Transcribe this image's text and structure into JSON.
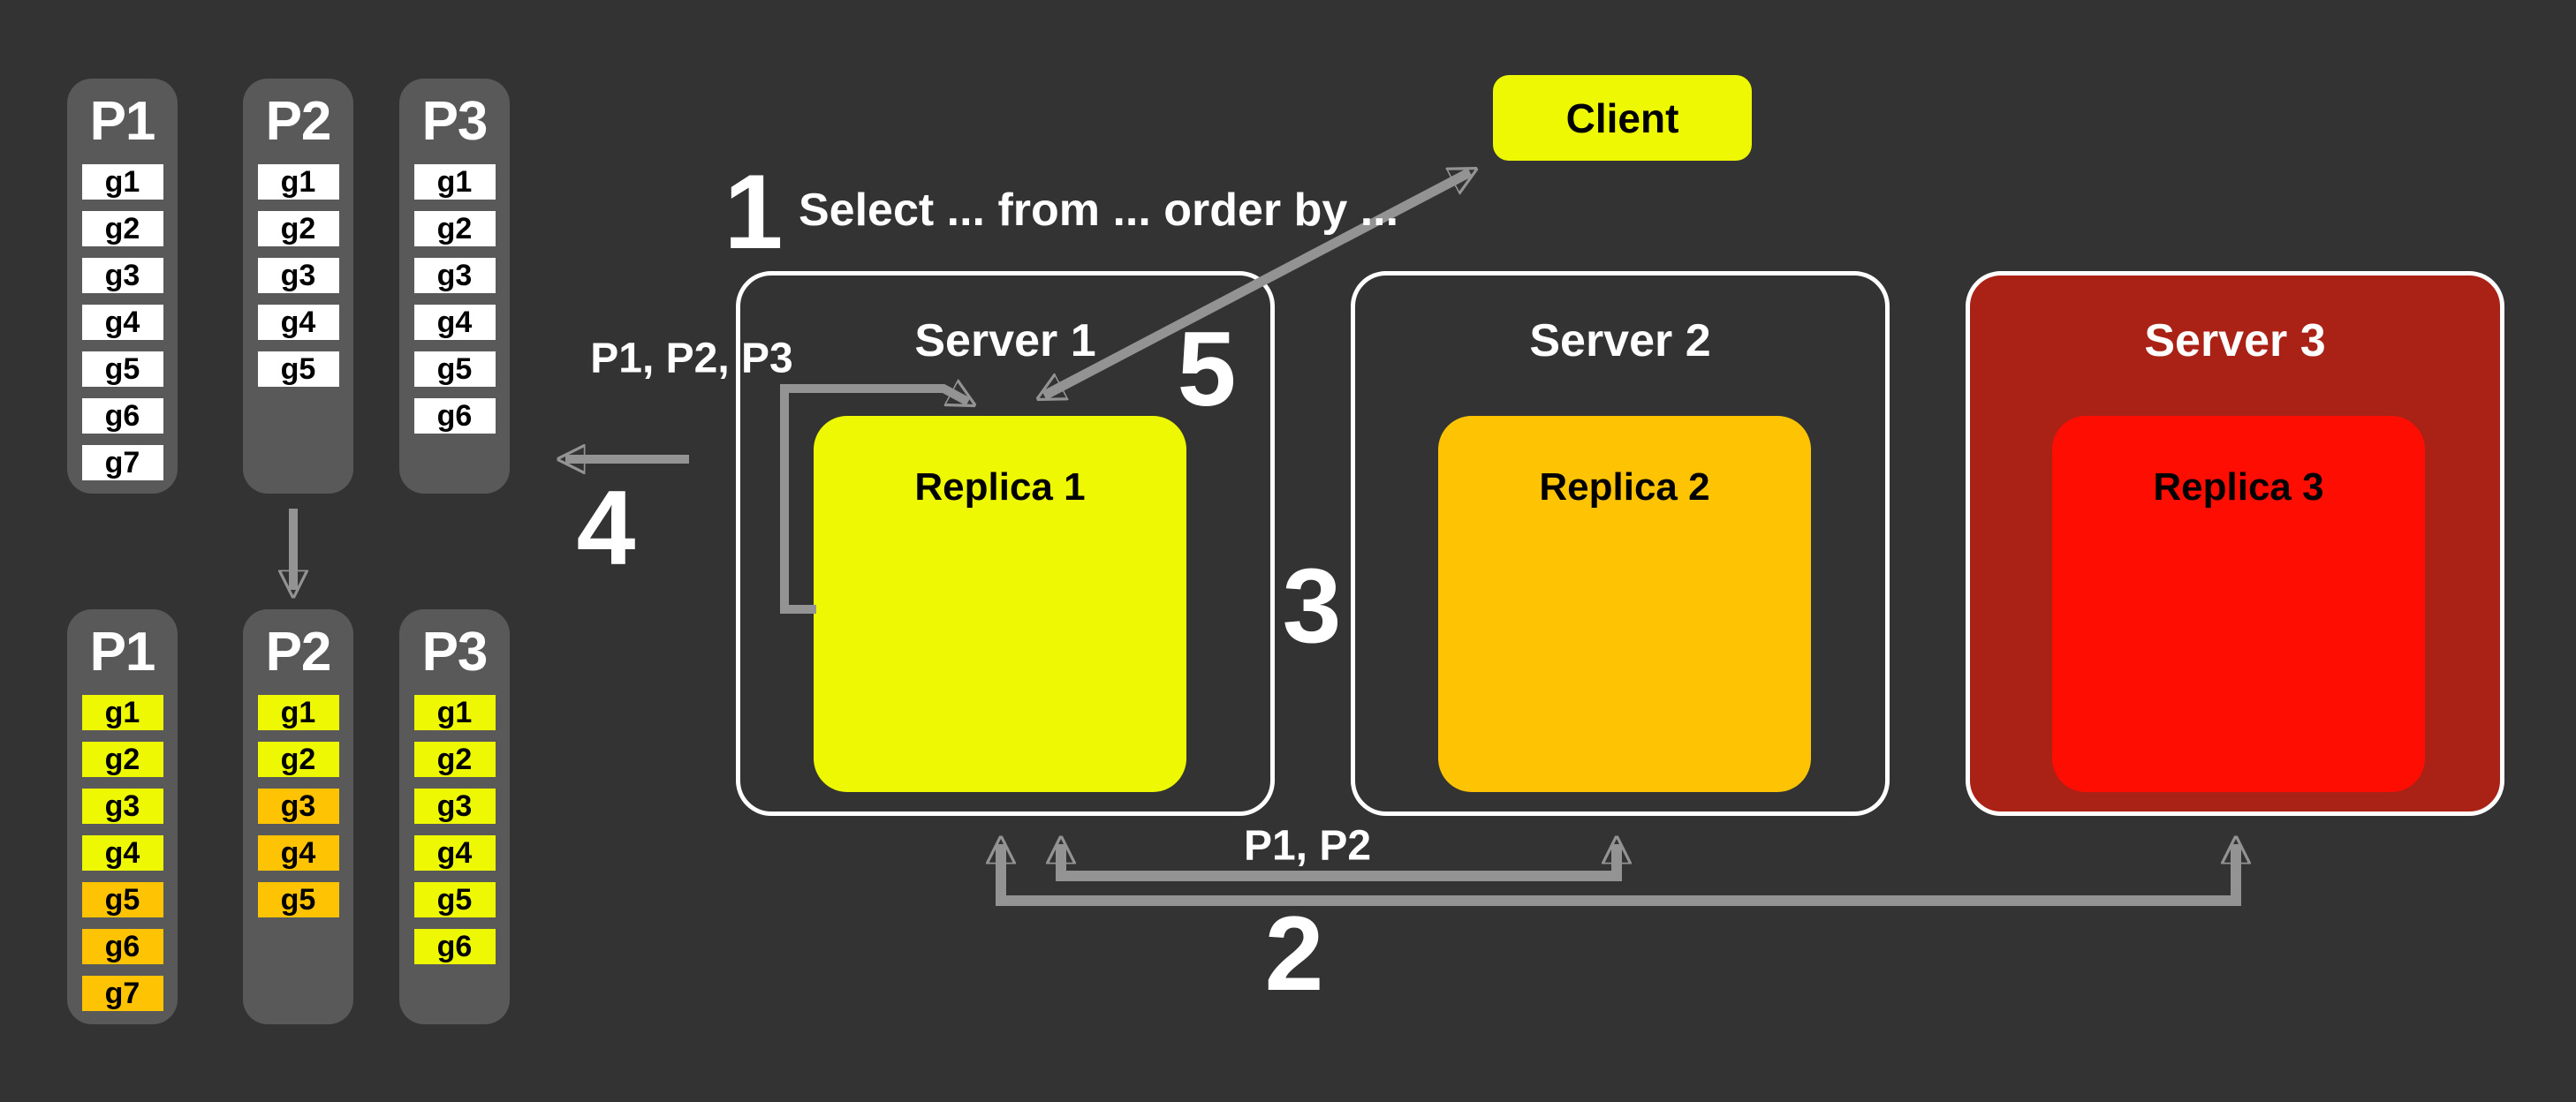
{
  "colors": {
    "background": "#333333",
    "partition_panel": "#595959",
    "cell_white": "#ffffff",
    "yellow": "#edf802",
    "orange": "#fec303",
    "server3_dark_red": "#aa2116",
    "replica3_bright_red": "#fe0e02",
    "arrow_gray": "#939393",
    "text_white": "#ffffff",
    "text_black": "#000000"
  },
  "client": {
    "label": "Client"
  },
  "steps": {
    "step1": {
      "number": "1",
      "query_text": "Select ... from ... order by ..."
    },
    "step2": {
      "number": "2",
      "label": "P1, P2"
    },
    "step3": {
      "number": "3"
    },
    "step4": {
      "number": "4"
    },
    "step5": {
      "number": "5"
    }
  },
  "labels": {
    "loop_partitions": "P1, P2, P3"
  },
  "partition_groups": {
    "top": {
      "columns": [
        {
          "title": "P1",
          "cells": [
            {
              "label": "g1",
              "color": "white"
            },
            {
              "label": "g2",
              "color": "white"
            },
            {
              "label": "g3",
              "color": "white"
            },
            {
              "label": "g4",
              "color": "white"
            },
            {
              "label": "g5",
              "color": "white"
            },
            {
              "label": "g6",
              "color": "white"
            },
            {
              "label": "g7",
              "color": "white"
            }
          ]
        },
        {
          "title": "P2",
          "cells": [
            {
              "label": "g1",
              "color": "white"
            },
            {
              "label": "g2",
              "color": "white"
            },
            {
              "label": "g3",
              "color": "white"
            },
            {
              "label": "g4",
              "color": "white"
            },
            {
              "label": "g5",
              "color": "white"
            }
          ]
        },
        {
          "title": "P3",
          "cells": [
            {
              "label": "g1",
              "color": "white"
            },
            {
              "label": "g2",
              "color": "white"
            },
            {
              "label": "g3",
              "color": "white"
            },
            {
              "label": "g4",
              "color": "white"
            },
            {
              "label": "g5",
              "color": "white"
            },
            {
              "label": "g6",
              "color": "white"
            }
          ]
        }
      ]
    },
    "bottom": {
      "columns": [
        {
          "title": "P1",
          "cells": [
            {
              "label": "g1",
              "color": "yellow"
            },
            {
              "label": "g2",
              "color": "yellow"
            },
            {
              "label": "g3",
              "color": "yellow"
            },
            {
              "label": "g4",
              "color": "yellow"
            },
            {
              "label": "g5",
              "color": "orange"
            },
            {
              "label": "g6",
              "color": "orange"
            },
            {
              "label": "g7",
              "color": "orange"
            }
          ]
        },
        {
          "title": "P2",
          "cells": [
            {
              "label": "g1",
              "color": "yellow"
            },
            {
              "label": "g2",
              "color": "yellow"
            },
            {
              "label": "g3",
              "color": "orange"
            },
            {
              "label": "g4",
              "color": "orange"
            },
            {
              "label": "g5",
              "color": "orange"
            }
          ]
        },
        {
          "title": "P3",
          "cells": [
            {
              "label": "g1",
              "color": "yellow"
            },
            {
              "label": "g2",
              "color": "yellow"
            },
            {
              "label": "g3",
              "color": "yellow"
            },
            {
              "label": "g4",
              "color": "yellow"
            },
            {
              "label": "g5",
              "color": "yellow"
            },
            {
              "label": "g6",
              "color": "yellow"
            }
          ]
        }
      ]
    }
  },
  "servers": [
    {
      "title": "Server 1",
      "replica": {
        "title": "Replica 1"
      }
    },
    {
      "title": "Server 2",
      "replica": {
        "title": "Replica 2"
      }
    },
    {
      "title": "Server 3",
      "replica": {
        "title": "Replica 3"
      }
    }
  ]
}
